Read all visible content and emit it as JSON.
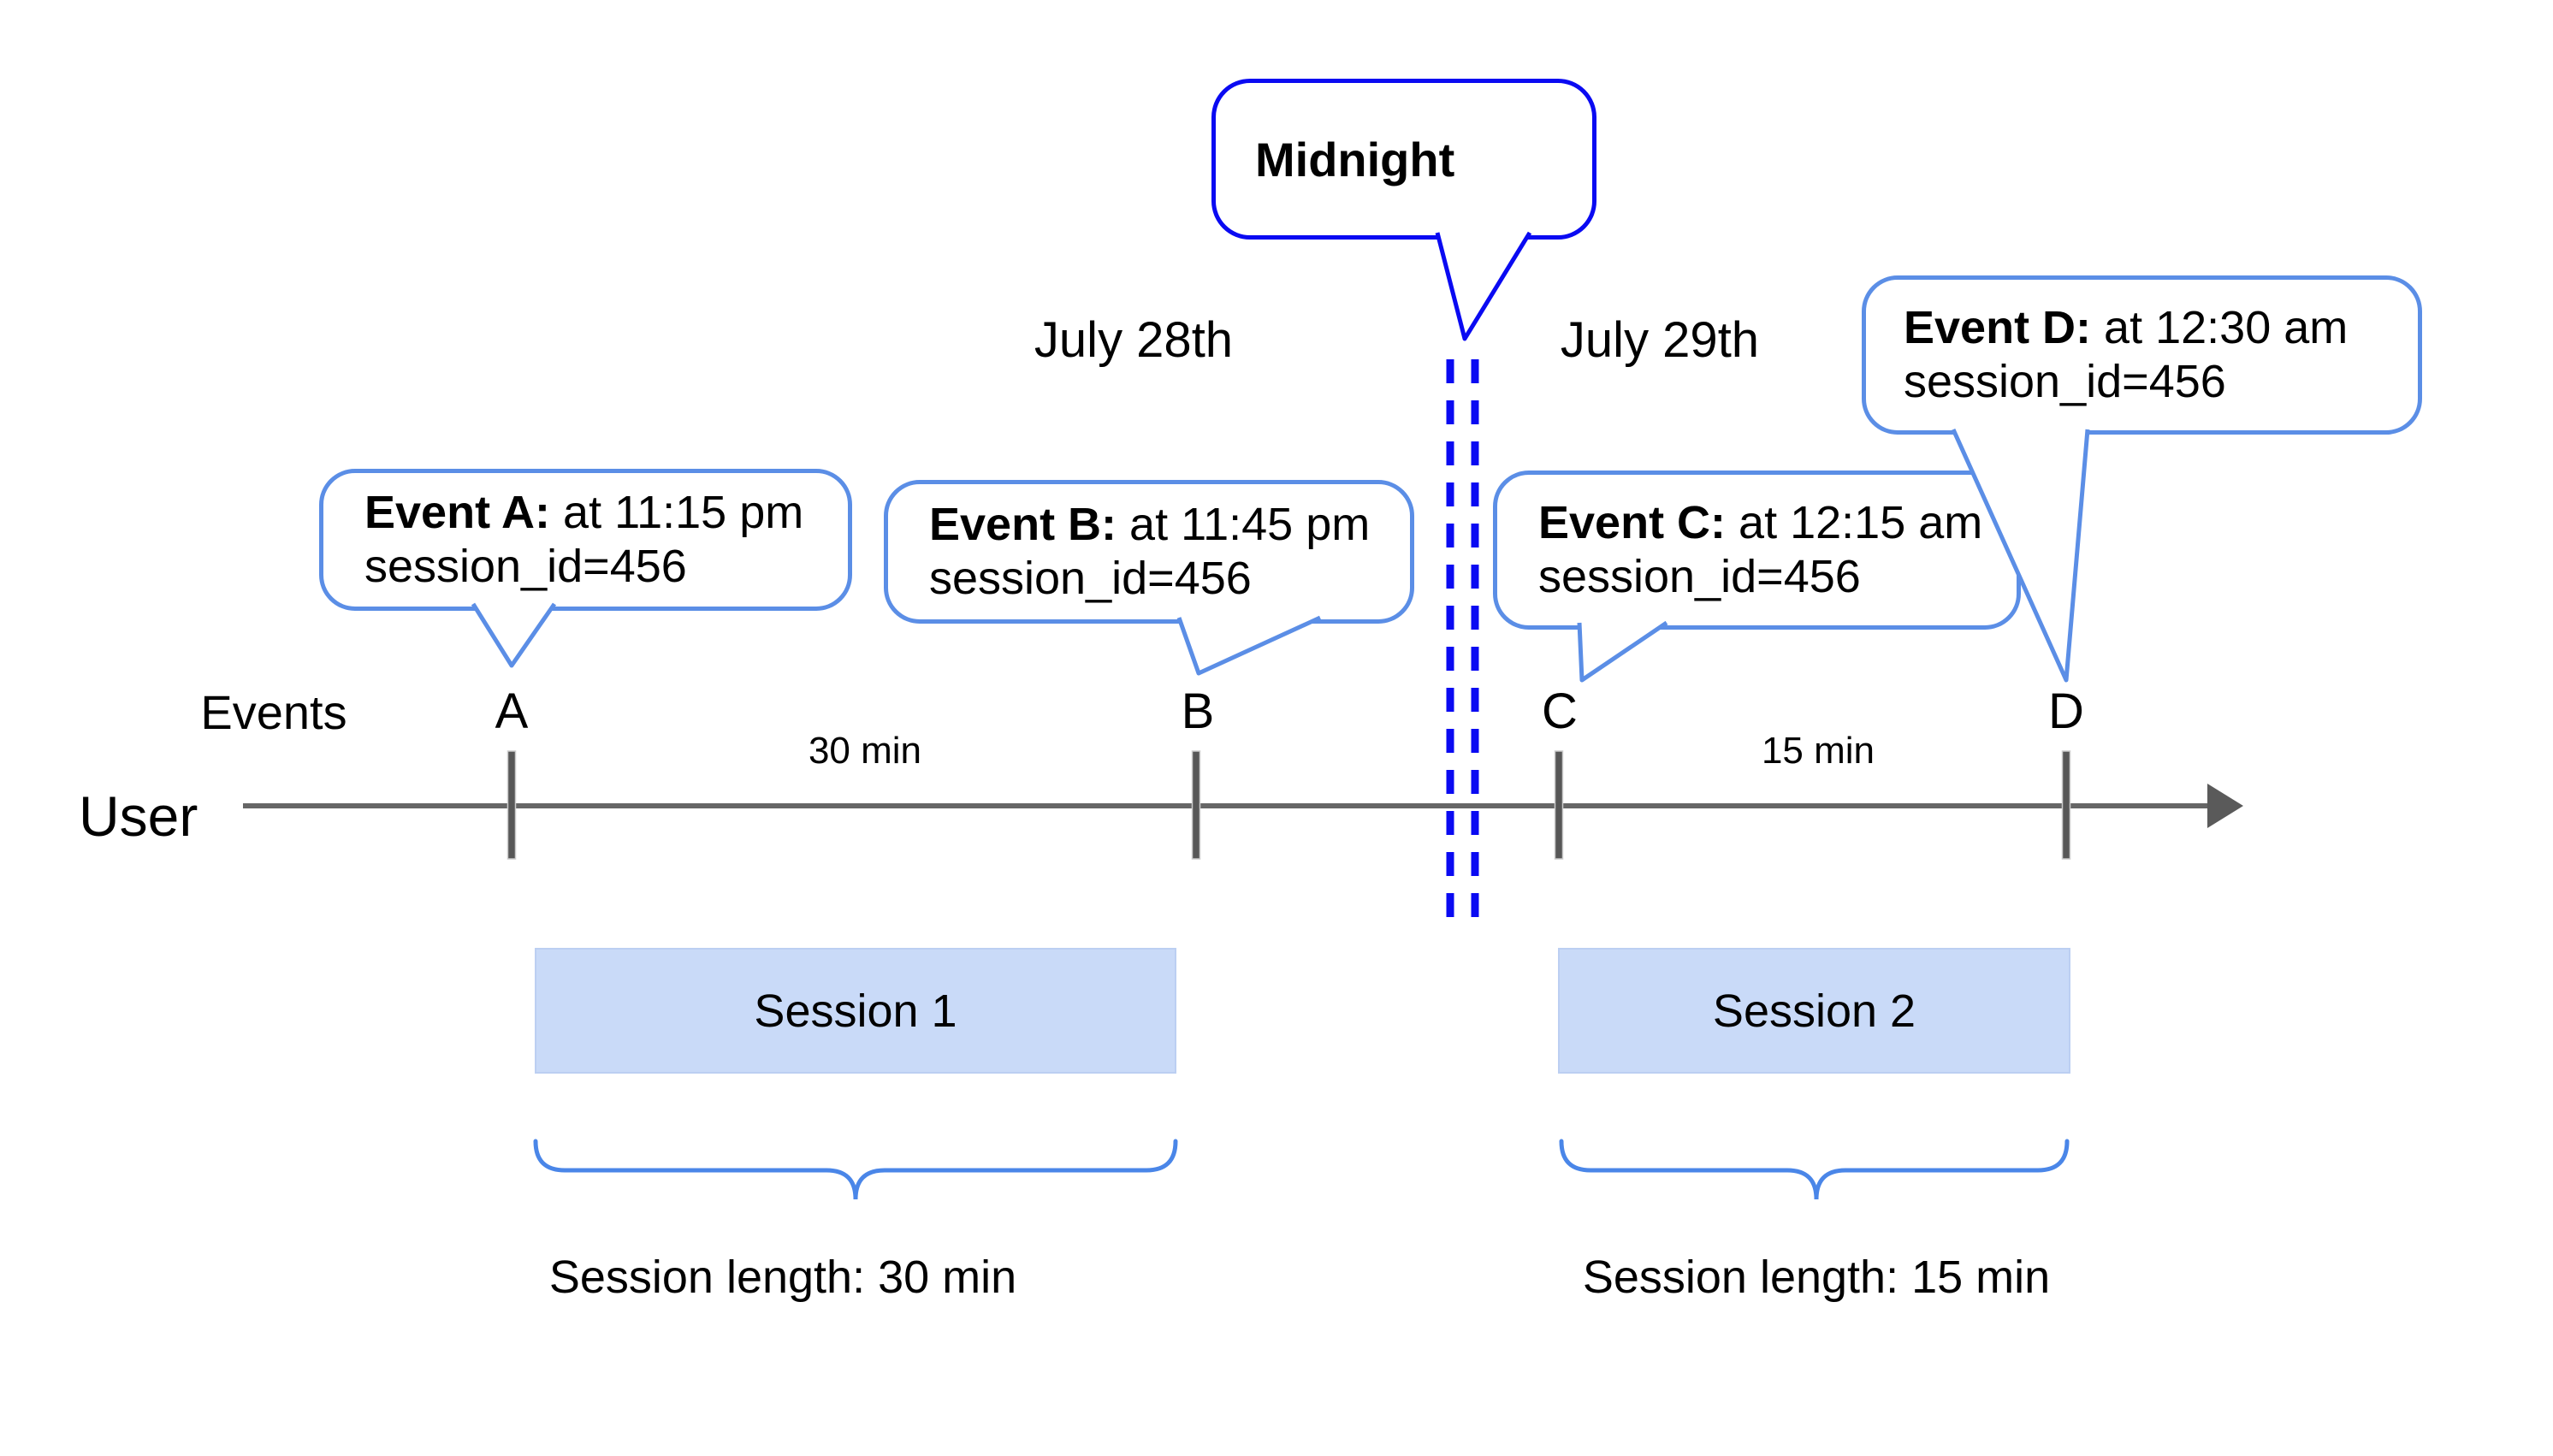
{
  "diagram": {
    "midnight": {
      "label": "Midnight"
    },
    "dates": {
      "left": "July 28th",
      "right": "July 29th"
    },
    "axis": {
      "events_label": "Events",
      "user_label": "User"
    },
    "events": [
      {
        "letter": "A",
        "callout_bold": "Event A:",
        "callout_time": " at 11:15 pm",
        "callout_line2": "session_id=456"
      },
      {
        "letter": "B",
        "callout_bold": "Event B:",
        "callout_time": " at 11:45 pm",
        "callout_line2": "session_id=456"
      },
      {
        "letter": "C",
        "callout_bold": "Event C:",
        "callout_time": " at 12:15 am",
        "callout_line2": "session_id=456"
      },
      {
        "letter": "D",
        "callout_bold": "Event D:",
        "callout_time": " at 12:30 am",
        "callout_line2": "session_id=456"
      }
    ],
    "intervals": [
      {
        "label": "30 min"
      },
      {
        "label": "15 min"
      }
    ],
    "sessions": [
      {
        "label": "Session 1",
        "length_label": "Session length: 30 min"
      },
      {
        "label": "Session 2",
        "length_label": "Session length: 15 min"
      }
    ],
    "colors": {
      "midnight_blue": "#0a0af2",
      "callout_border_blue": "#5b8ee6",
      "brace_blue": "#4a86e8",
      "session_fill": "#c9daf8",
      "timeline_gray": "#666666",
      "tick_gray": "#575757",
      "text_black": "#000000"
    }
  }
}
